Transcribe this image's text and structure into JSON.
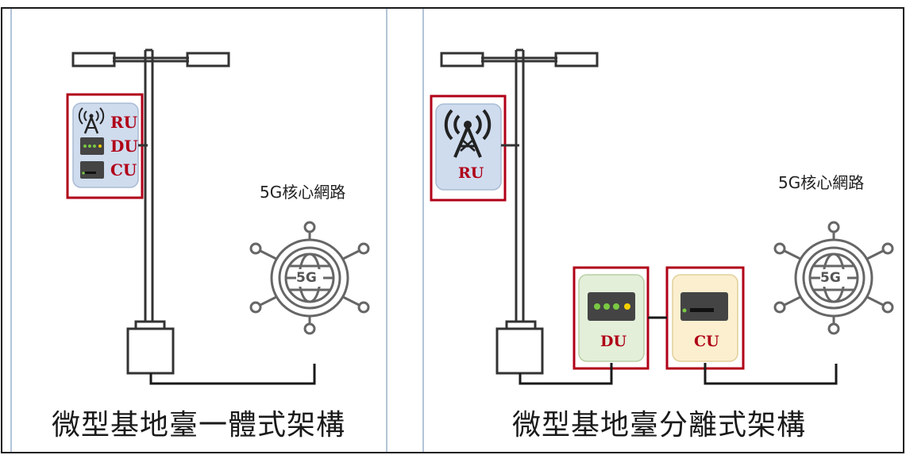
{
  "panels": {
    "integrated": {
      "caption": "微型基地臺一體式架構",
      "core_label": "5G核心網路",
      "globe_label": "5G",
      "ru_label": "RU",
      "du_label": "DU",
      "cu_label": "CU"
    },
    "split": {
      "caption": "微型基地臺分離式架構",
      "core_label": "5G核心網路",
      "globe_label": "5G",
      "ru_label": "RU",
      "du_label": "DU",
      "cu_label": "CU"
    }
  },
  "colors": {
    "highlight_border": "#b00018",
    "label_red": "#b00018",
    "ru_box_fill": "#cfdcee",
    "du_box_fill": "#e3efd9",
    "cu_box_fill": "#fbefcf",
    "panel_border": "#9ab0cc",
    "line": "#1a1a1a",
    "globe": "#666666"
  },
  "icons": [
    "street-lamp-icon",
    "antenna-tower-icon",
    "du-device-icon",
    "cu-device-icon",
    "network-globe-icon"
  ]
}
